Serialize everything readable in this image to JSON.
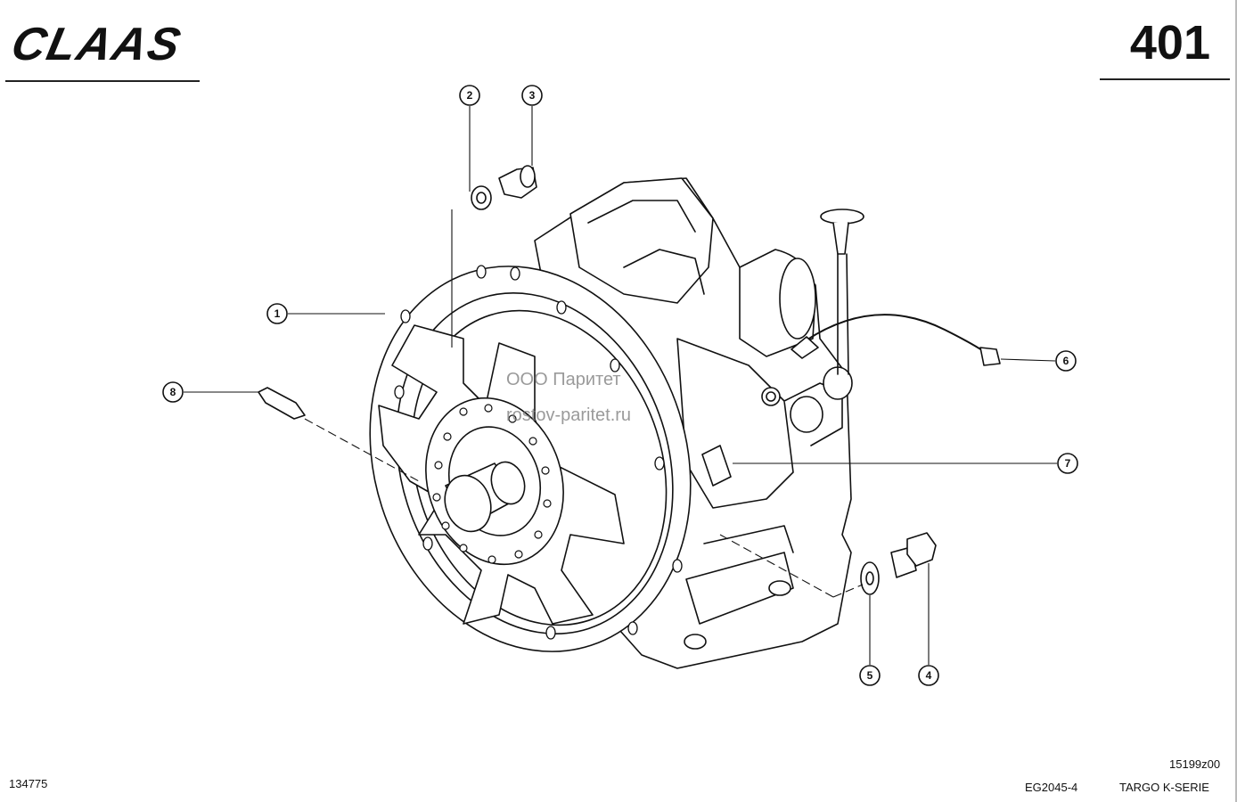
{
  "header": {
    "brand": "CLAAS",
    "page_number": "401"
  },
  "watermark": {
    "line1": "ООО Паритет",
    "line2": "rostov-paritet.ru"
  },
  "callouts": [
    "1",
    "2",
    "3",
    "4",
    "5",
    "6",
    "7",
    "8"
  ],
  "footer": {
    "left_code": "134775",
    "drawing_code": "15199z00",
    "doc_code": "EG2045-4",
    "series": "TARGO K-SERIE"
  }
}
